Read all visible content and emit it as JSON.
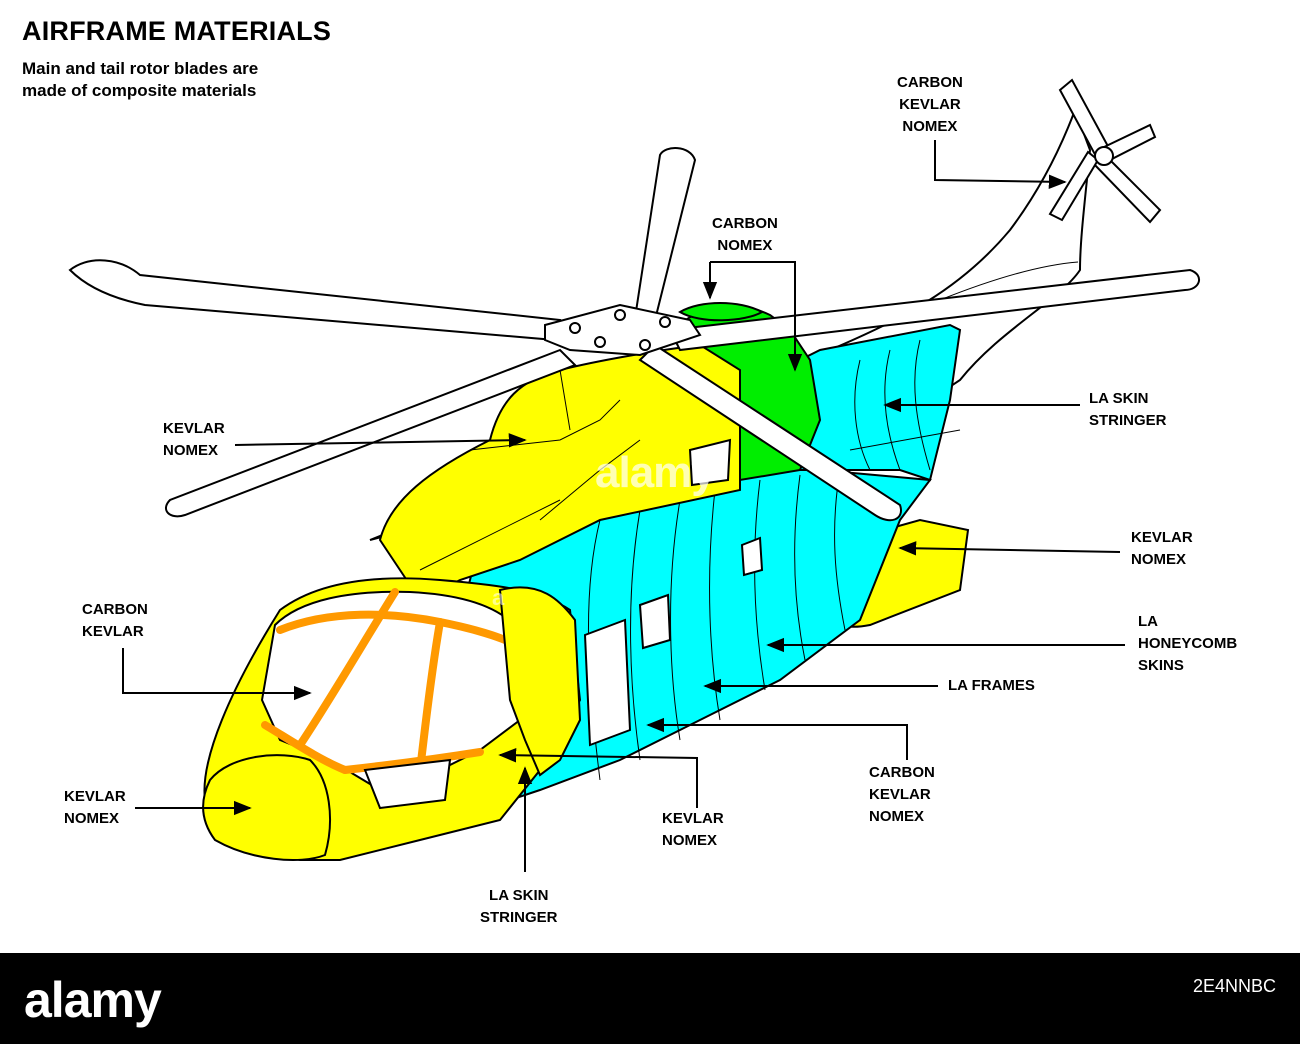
{
  "title": "AIRFRAME MATERIALS",
  "subtitle": [
    "Main and tail rotor blades are",
    "made of composite materials"
  ],
  "labels": {
    "tail_rotor": [
      "CARBON",
      "KEVLAR",
      "NOMEX"
    ],
    "engine_cowl": [
      "CARBON",
      "NOMEX"
    ],
    "upper_fairing": [
      "KEVLAR",
      "NOMEX"
    ],
    "tail_boom": [
      "LA SKIN",
      "STRINGER"
    ],
    "sponson": [
      "KEVLAR",
      "NOMEX"
    ],
    "honeycomb": [
      "LA",
      "HONEYCOMB",
      "SKINS"
    ],
    "frames": [
      "LA FRAMES"
    ],
    "windshield": [
      "CARBON",
      "KEVLAR"
    ],
    "door_frame": [
      "CARBON",
      "KEVLAR",
      "NOMEX"
    ],
    "nose": [
      "KEVLAR",
      "NOMEX"
    ],
    "cockpit_side": [
      "KEVLAR",
      "NOMEX"
    ],
    "lower_skin": [
      "LA SKIN",
      "STRINGER"
    ]
  },
  "colors": {
    "kevlar_nomex": "#ffff00",
    "la_skin": "#00ffff",
    "carbon_nomex": "#00ee00",
    "carbon_kevlar": "#ff9900",
    "outline": "#000000"
  },
  "footer": {
    "brand": "alamy",
    "image_id": "2E4NNBC",
    "watermark": "alamy",
    "watermark_letter": "a"
  }
}
